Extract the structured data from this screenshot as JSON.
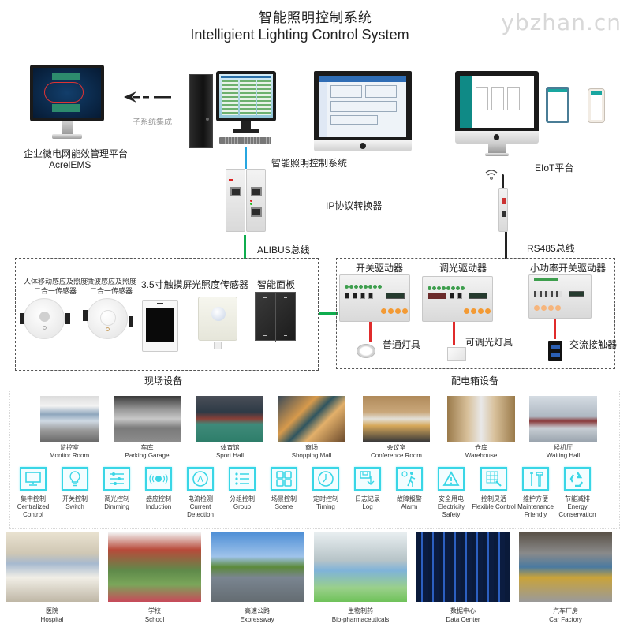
{
  "header": {
    "title_cn": "智能照明控制系统",
    "title_en": "Intelligient Lighting Control System",
    "watermark": "ybzhan.cn"
  },
  "top_tier": {
    "ems": {
      "label_cn": "企业微电网能效管理平台",
      "label_en": "AcrelEMS"
    },
    "integration_arrow": {
      "label": "子系统集成",
      "icon": "arrow-left-dashed"
    },
    "lighting_system": {
      "label": "智能照明控制系统"
    },
    "eiot": {
      "label": "EIoT平台"
    },
    "gateway": {
      "label": "IP协议转换器"
    },
    "alibus": {
      "label": "ALIBUS总线"
    },
    "rs485": {
      "label": "RS485总线"
    },
    "wifi_icon": "wifi-icon"
  },
  "colors": {
    "ethernet": "#27a6e0",
    "alibus": "#0fad4e",
    "rs485": "#222222",
    "load_line": "#e02b2b",
    "feature_icon": "#39d6e6"
  },
  "field_devices": {
    "caption": "现场设备",
    "items": [
      {
        "label_line1": "人体移动感应及照度",
        "label_line2": "二合一传感器"
      },
      {
        "label_line1": "微波感应及照度",
        "label_line2": "二合一传感器"
      },
      {
        "label_line1": "3.5寸触摸屏",
        "label_line2": ""
      },
      {
        "label_line1": "光照度传感器",
        "label_line2": ""
      },
      {
        "label_line1": "智能面板",
        "label_line2": ""
      }
    ]
  },
  "cabinet_devices": {
    "caption": "配电箱设备",
    "drivers": [
      {
        "label": "开关驱动器",
        "load": "普通灯具"
      },
      {
        "label": "调光驱动器",
        "load": "可调光灯具"
      },
      {
        "label": "小功率开关驱动器",
        "load": "交流接触器"
      }
    ]
  },
  "scenes": [
    {
      "cn": "监控室",
      "en": "Monitor Room"
    },
    {
      "cn": "车库",
      "en": "Parking Garage"
    },
    {
      "cn": "体育馆",
      "en": "Sport Hall"
    },
    {
      "cn": "商场",
      "en": "Shopping Mall"
    },
    {
      "cn": "会议室",
      "en": "Conference Room"
    },
    {
      "cn": "仓库",
      "en": "Warehouse"
    },
    {
      "cn": "候机厅",
      "en": "Waiting Hall"
    }
  ],
  "features": [
    {
      "cn": "集中控制",
      "en": "Centralized",
      "en2": "Control",
      "icon": "monitor-icon"
    },
    {
      "cn": "开关控制",
      "en": "Switch",
      "en2": "",
      "icon": "lightbulb-icon"
    },
    {
      "cn": "调光控制",
      "en": "Dimming",
      "en2": "",
      "icon": "sliders-icon"
    },
    {
      "cn": "感应控制",
      "en": "Induction",
      "en2": "",
      "icon": "sensor-wave-icon"
    },
    {
      "cn": "电流检测",
      "en": "Current Detection",
      "en2": "",
      "icon": "ammeter-icon"
    },
    {
      "cn": "分组控制",
      "en": "Group",
      "en2": "",
      "icon": "list-icon"
    },
    {
      "cn": "场景控制",
      "en": "Scene",
      "en2": "",
      "icon": "grid-icon"
    },
    {
      "cn": "定时控制",
      "en": "Timing",
      "en2": "",
      "icon": "clock-icon"
    },
    {
      "cn": "日志记录",
      "en": "Log",
      "en2": "",
      "icon": "floppy-download-icon"
    },
    {
      "cn": "故障报警",
      "en": "Alarm",
      "en2": "",
      "icon": "alarm-person-icon"
    },
    {
      "cn": "安全用电",
      "en": "Electricity Safety",
      "en2": "",
      "icon": "warning-triangle-icon"
    },
    {
      "cn": "控制灵活",
      "en": "Flexible Control",
      "en2": "",
      "icon": "grid-cursor-icon"
    },
    {
      "cn": "维护方便",
      "en": "Maintenance",
      "en2": "Friendly",
      "icon": "tools-icon"
    },
    {
      "cn": "节能减排",
      "en": "Energy",
      "en2": "Conservation",
      "icon": "recycle-icon"
    }
  ],
  "applications": [
    {
      "cn": "医院",
      "en": "Hospital"
    },
    {
      "cn": "学校",
      "en": "School"
    },
    {
      "cn": "高速公路",
      "en": "Expressway"
    },
    {
      "cn": "生物制药",
      "en": "Bio-pharmaceuticals"
    },
    {
      "cn": "数据中心",
      "en": "Data Center"
    },
    {
      "cn": "汽车厂房",
      "en": "Car Factory"
    }
  ]
}
